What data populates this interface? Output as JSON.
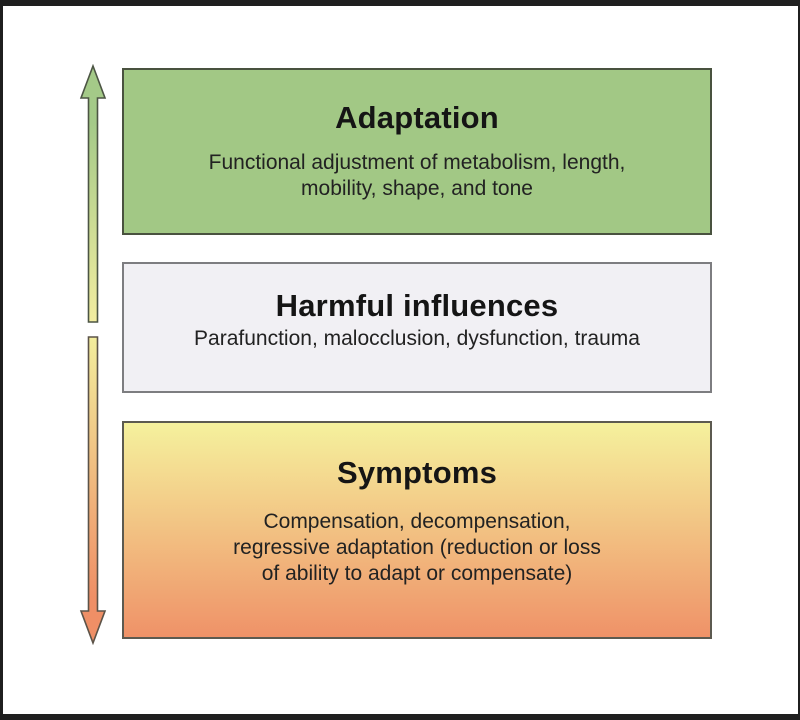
{
  "frame": {
    "border_color": "#1f1f1f",
    "background_color": "#ffffff"
  },
  "boxes": {
    "adaptation": {
      "title": "Adaptation",
      "description_lines": [
        "Functional adjustment of metabolism, length,",
        "mobility, shape, and tone"
      ],
      "bg_color": "#a2c885",
      "border_color": "#49523f"
    },
    "harmful": {
      "title": "Harmful influences",
      "description_lines": [
        "Parafunction, malocclusion, dysfunction, trauma"
      ],
      "bg_color": "#f1f0f4",
      "border_color": "#7d7d80"
    },
    "symptoms": {
      "title": "Symptoms",
      "description_lines": [
        "Compensation, decompensation,",
        "regressive adaptation (reduction or loss",
        "of ability to adapt or compensate)"
      ],
      "bg_top_color": "#f5f19d",
      "bg_bottom_color": "#ef9268",
      "border_color": "#5c5a50"
    }
  },
  "arrows": {
    "up": {
      "direction": "up",
      "head_color": "#a4ca88",
      "tail_color": "#f2eda0",
      "stroke_color": "#4c5544"
    },
    "down": {
      "direction": "down",
      "top_color": "#f2ed9c",
      "head_color": "#ef8f66",
      "stroke_color": "#5c5348"
    }
  }
}
